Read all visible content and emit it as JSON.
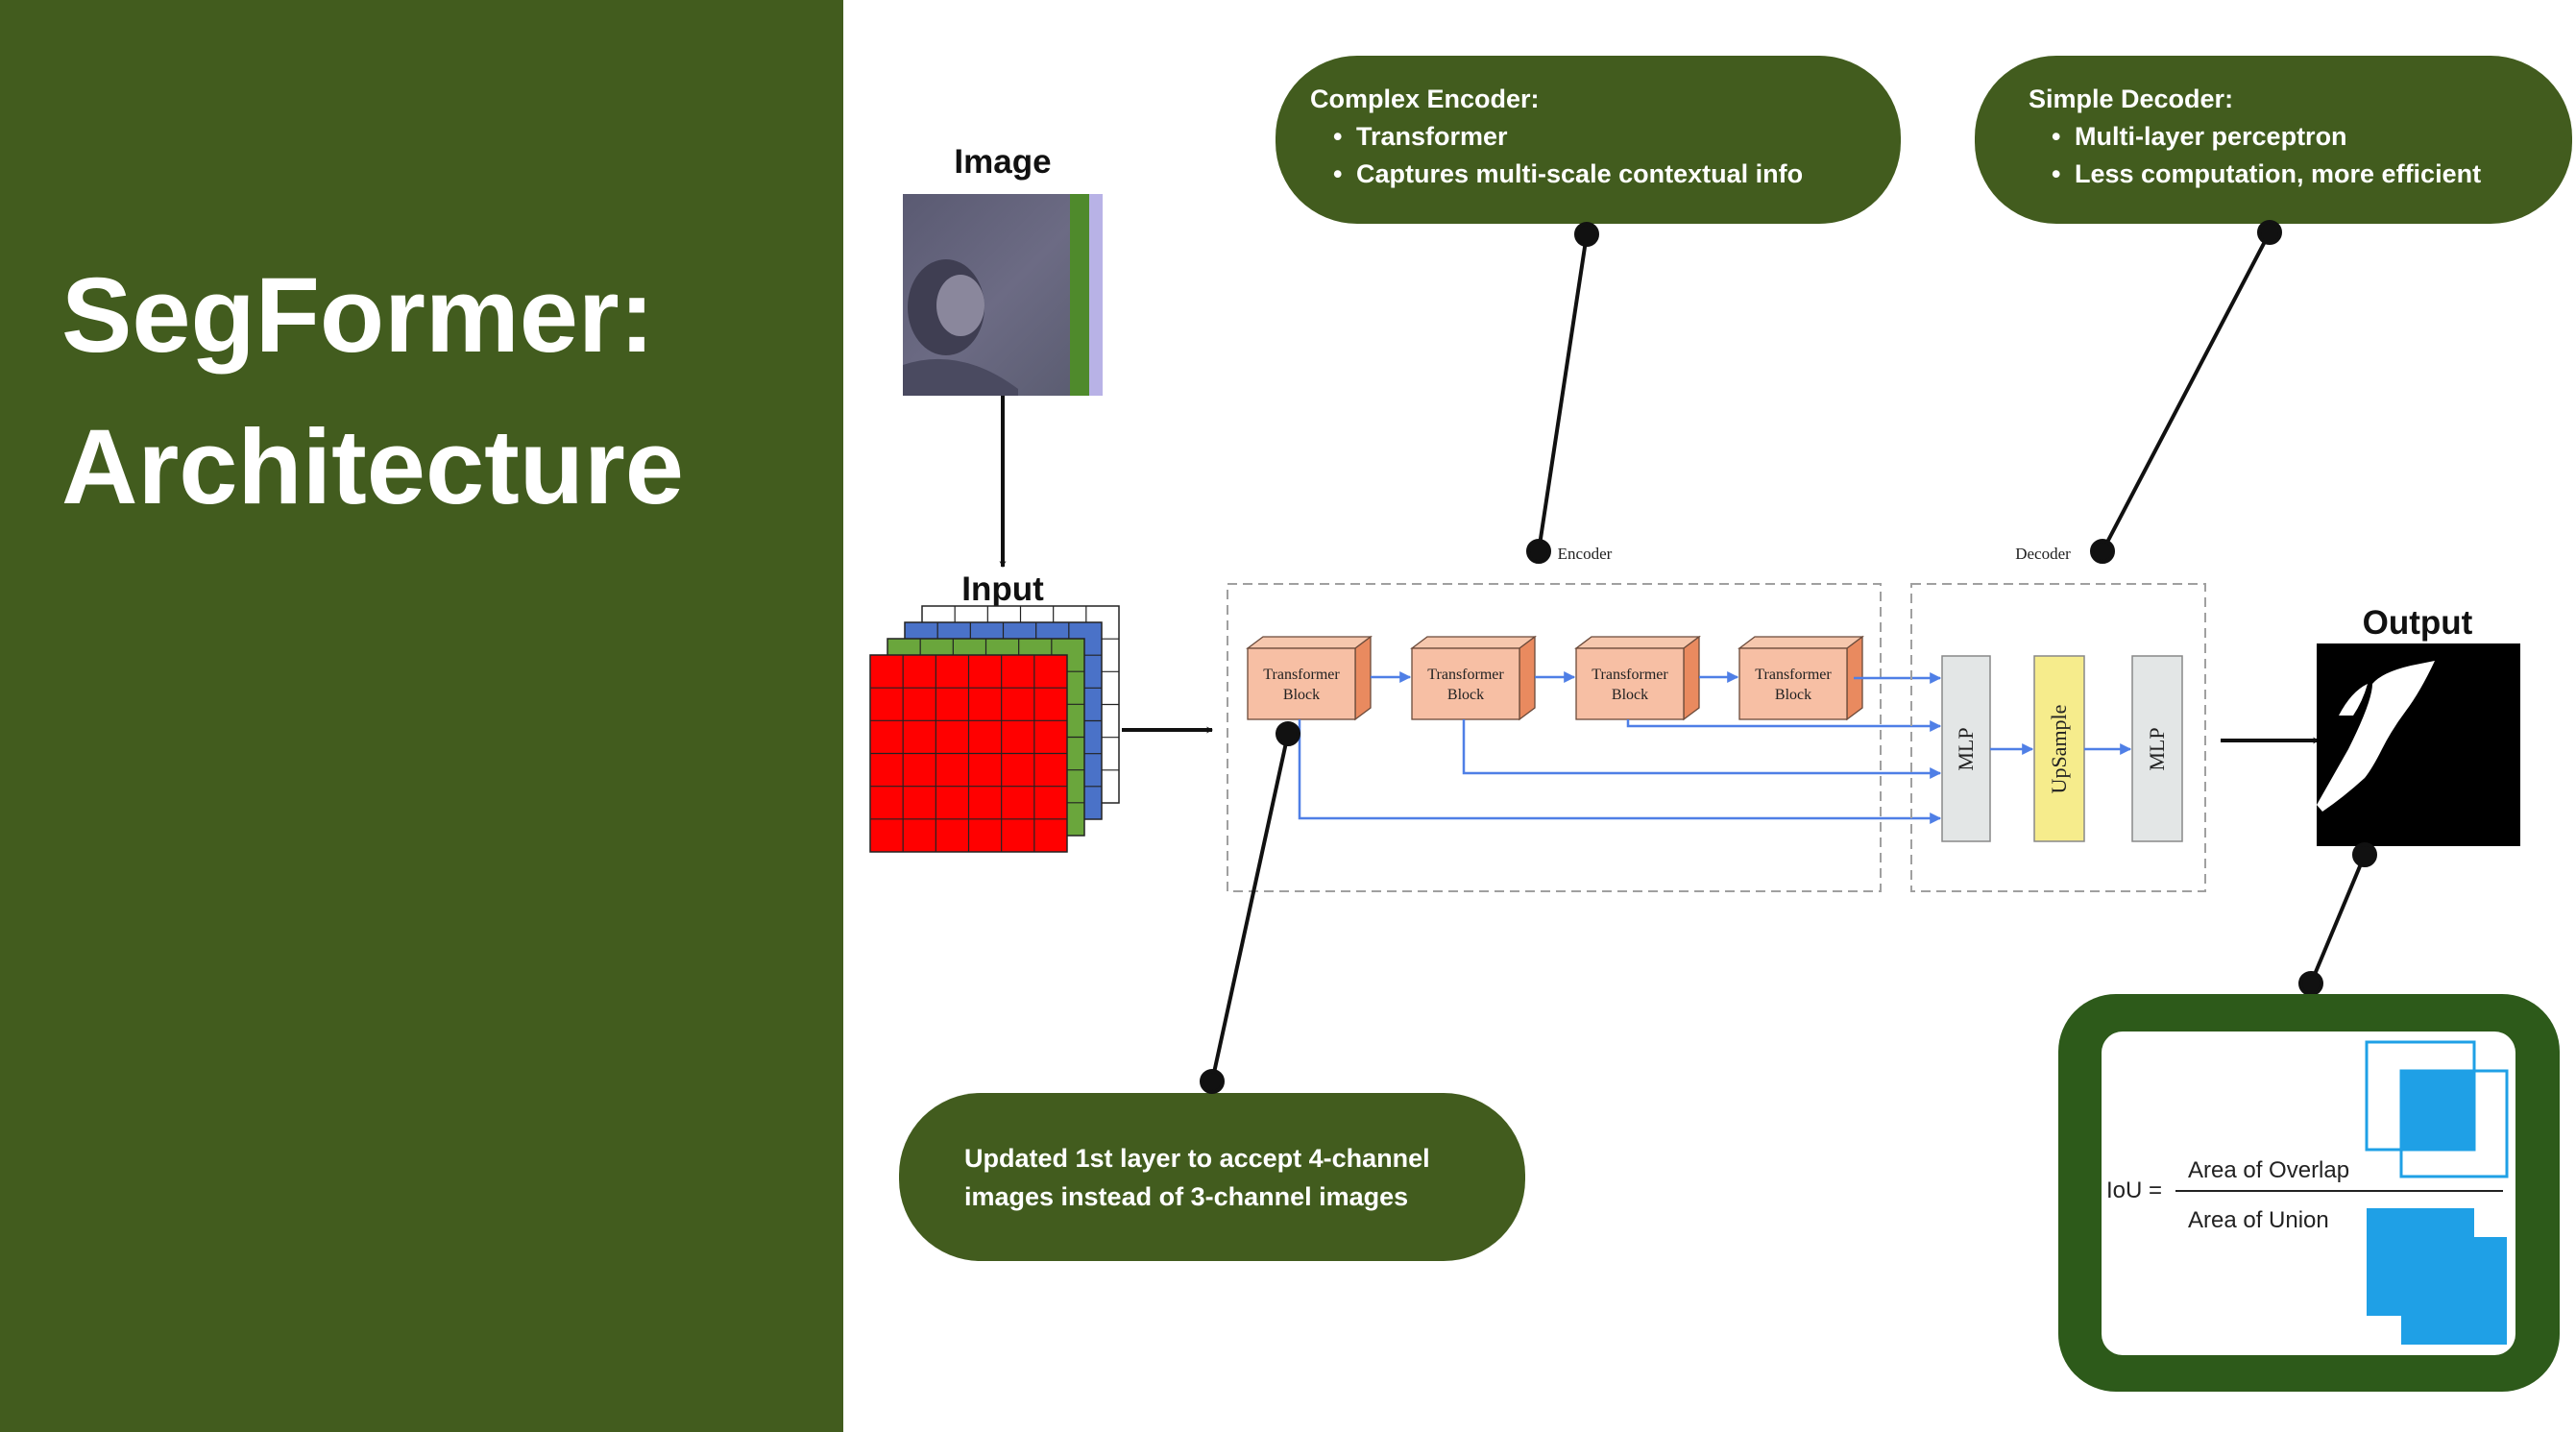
{
  "slide": {
    "title_line1": "SegFormer:",
    "title_line2": "Architecture",
    "sidebar_color": "#425c1e",
    "accent_green": "#425c1e"
  },
  "image_block": {
    "label": "Image",
    "icon": "satellite-image-thumbnail"
  },
  "input_block": {
    "label": "Input",
    "channel_colors": [
      "#ff0000",
      "#6aa63c",
      "#4a72c8",
      "#ffffff"
    ]
  },
  "encoder": {
    "label": "Encoder",
    "blocks": [
      {
        "line1": "Transformer",
        "line2": "Block"
      },
      {
        "line1": "Transformer",
        "line2": "Block"
      },
      {
        "line1": "Transformer",
        "line2": "Block"
      },
      {
        "line1": "Transformer",
        "line2": "Block"
      }
    ]
  },
  "decoder": {
    "label": "Decoder",
    "mlp1": "MLP",
    "upsample": "UpSample",
    "mlp2": "MLP"
  },
  "output_block": {
    "label": "Output",
    "icon": "segmentation-mask"
  },
  "callouts": {
    "encoder": {
      "heading": "Complex Encoder:",
      "bullets": [
        "Transformer",
        "Captures multi-scale contextual info"
      ]
    },
    "decoder": {
      "heading": "Simple Decoder:",
      "bullets": [
        "Multi-layer perceptron",
        "Less computation, more efficient"
      ]
    },
    "input": {
      "line1": "Updated 1st layer to accept 4-channel",
      "line2": "images instead of 3-channel images"
    }
  },
  "iou": {
    "lhs": "IoU =",
    "numerator": "Area of Overlap",
    "denominator": "Area of Union",
    "box_color": "#1fa0e6"
  }
}
